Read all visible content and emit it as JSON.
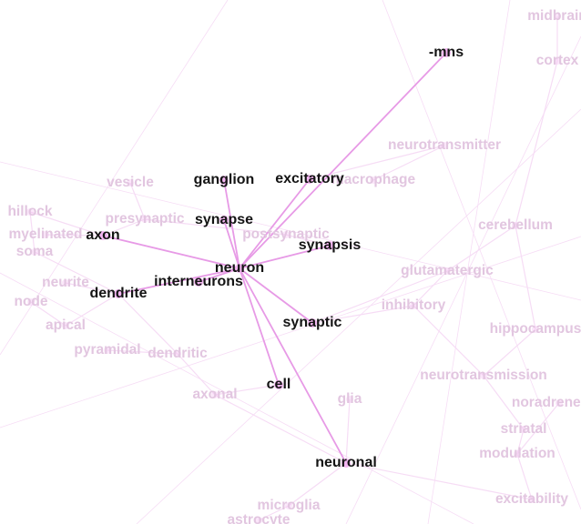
{
  "graph": {
    "focus": "neuron",
    "colors": {
      "background": "#ffffff",
      "edge_strong": "#e79ae6",
      "edge_faint": "#f6dcf5",
      "node": "#f3b6f1",
      "label_primary": "#141414",
      "label_faded": "#e2c6e0"
    },
    "labels": {
      "neuron": "neuron",
      "mns": "-mns",
      "excitatory": "excitatory",
      "ganglion": "ganglion",
      "synapse": "synapse",
      "synapsis": "synapsis",
      "axon": "axon",
      "interneurons": "interneurons",
      "dendrite": "dendrite",
      "synaptic": "synaptic",
      "cell": "cell",
      "neuronal": "neuronal",
      "midbrain": "midbrain",
      "cortex": "cortex",
      "neurotransmitter": "neurotransmitter",
      "macrophage": "macrophage",
      "vesicle": "vesicle",
      "hillock": "hillock",
      "presynaptic": "presynaptic",
      "postsynaptic": "postsynaptic",
      "myelinated": "myelinated",
      "soma": "soma",
      "cerebellum": "cerebellum",
      "glutamatergic": "glutamatergic",
      "neurite": "neurite",
      "node": "node",
      "inhibitory": "inhibitory",
      "apical": "apical",
      "hippocampus": "hippocampus",
      "pyramidal": "pyramidal",
      "dendritic": "dendritic",
      "neurotransmission": "neurotransmission",
      "axonal": "axonal",
      "glia": "glia",
      "noradrenergic": "noradrenergic",
      "striatal": "striatal",
      "modulation": "modulation",
      "excitability": "excitability",
      "microglia": "microglia",
      "astrocyte": "astrocyte"
    },
    "primary": [
      "neuron",
      "mns",
      "excitatory",
      "ganglion",
      "synapse",
      "synapsis",
      "axon",
      "interneurons",
      "dendrite",
      "synaptic",
      "cell",
      "neuronal"
    ],
    "edges": [
      [
        "neuron",
        "mns"
      ],
      [
        "neuron",
        "excitatory"
      ],
      [
        "neuron",
        "ganglion"
      ],
      [
        "neuron",
        "synapse"
      ],
      [
        "neuron",
        "synapsis"
      ],
      [
        "neuron",
        "axon"
      ],
      [
        "neuron",
        "interneurons"
      ],
      [
        "neuron",
        "dendrite"
      ],
      [
        "neuron",
        "synaptic"
      ],
      [
        "neuron",
        "cell"
      ],
      [
        "neuron",
        "neuronal"
      ]
    ]
  }
}
